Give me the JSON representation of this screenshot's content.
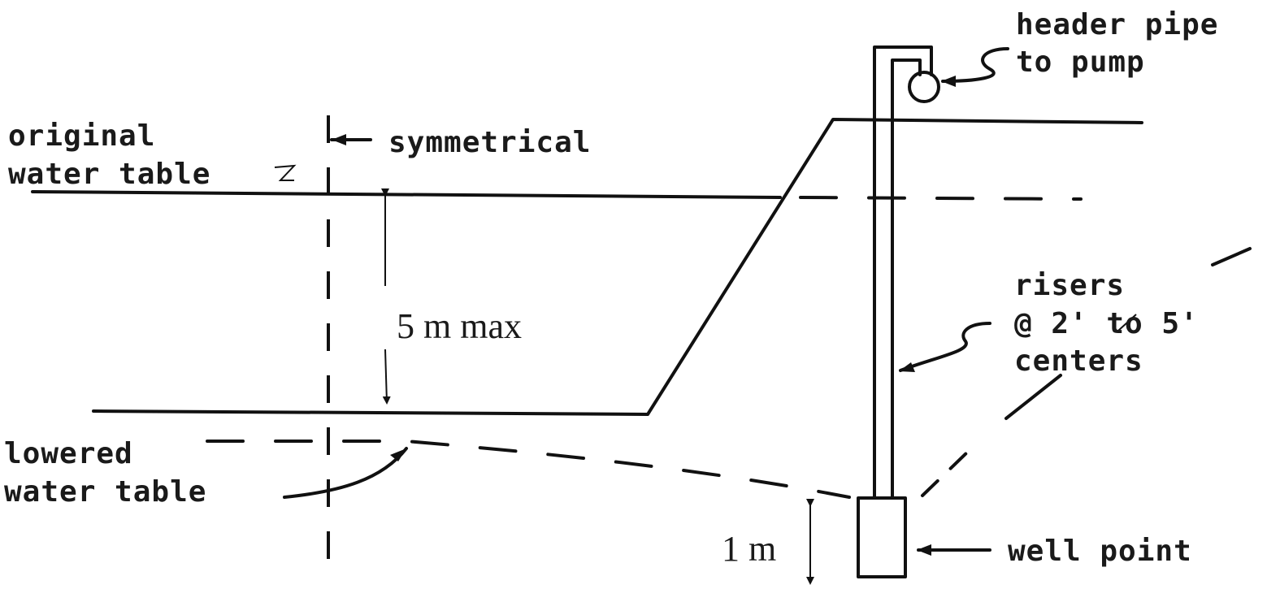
{
  "labels": {
    "header_line1": "header pipe",
    "header_line2": "to pump",
    "original_line1": "original",
    "original_line2": "water table",
    "symmetrical": "symmetrical",
    "five_m": "5 m max",
    "risers_line1": "risers",
    "risers_line2": "@ 2' to 5'",
    "risers_line3": "centers",
    "lowered_line1": "lowered",
    "lowered_line2": "water table",
    "one_m": "1 m",
    "well_point": "well point"
  }
}
